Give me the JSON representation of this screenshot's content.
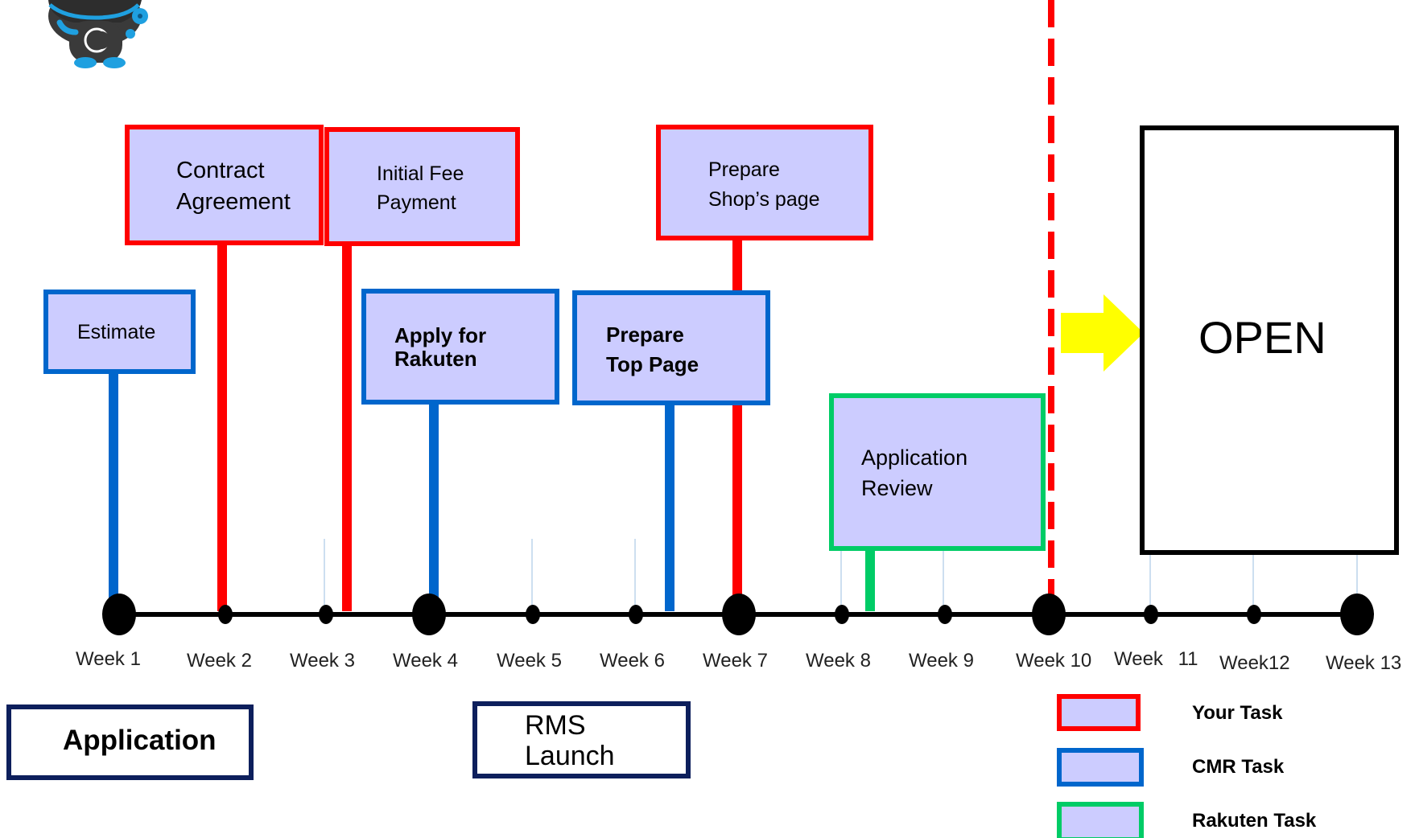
{
  "colors": {
    "your_task": "#ff0000",
    "cmr_task": "#0066cc",
    "rakuten_task": "#00cc66",
    "box_fill": "#ccccff",
    "arrow": "#ffff00",
    "dark_navy": "#0d1f5c",
    "timeline": "#000000"
  },
  "mascot": {
    "icon": "mascot-cat-icon"
  },
  "tasks": {
    "contract_agreement": {
      "line1": "Contract",
      "line2": "Agreement"
    },
    "initial_fee_payment": {
      "line1": "Initial Fee",
      "line2": "Payment"
    },
    "prepare_shops_page": {
      "line1": "Prepare",
      "line2": "Shop’s page"
    },
    "estimate": {
      "line1": "Estimate"
    },
    "apply_for_rakuten": {
      "line1": "Apply for",
      "line2": "Rakuten"
    },
    "prepare_top_page": {
      "line1": "Prepare",
      "line2": "Top Page"
    },
    "application_review": {
      "line1": "Application",
      "line2": "Review"
    }
  },
  "open_label": "OPEN",
  "weeks": [
    "Week 1",
    "Week 2",
    "Week 3",
    "Week 4",
    "Week 5",
    "Week 6",
    "Week 7",
    "Week 8",
    "Week 9",
    "Week 10",
    "Week 11",
    "Week12",
    "Week 13"
  ],
  "phases": {
    "application": "Application",
    "rms_launch": {
      "line1": "RMS",
      "line2": "Launch"
    }
  },
  "legend": [
    {
      "label": "Your Task",
      "color": "#ff0000"
    },
    {
      "label": "CMR Task",
      "color": "#0066cc"
    },
    {
      "label": "Rakuten Task",
      "color": "#00cc66"
    }
  ]
}
